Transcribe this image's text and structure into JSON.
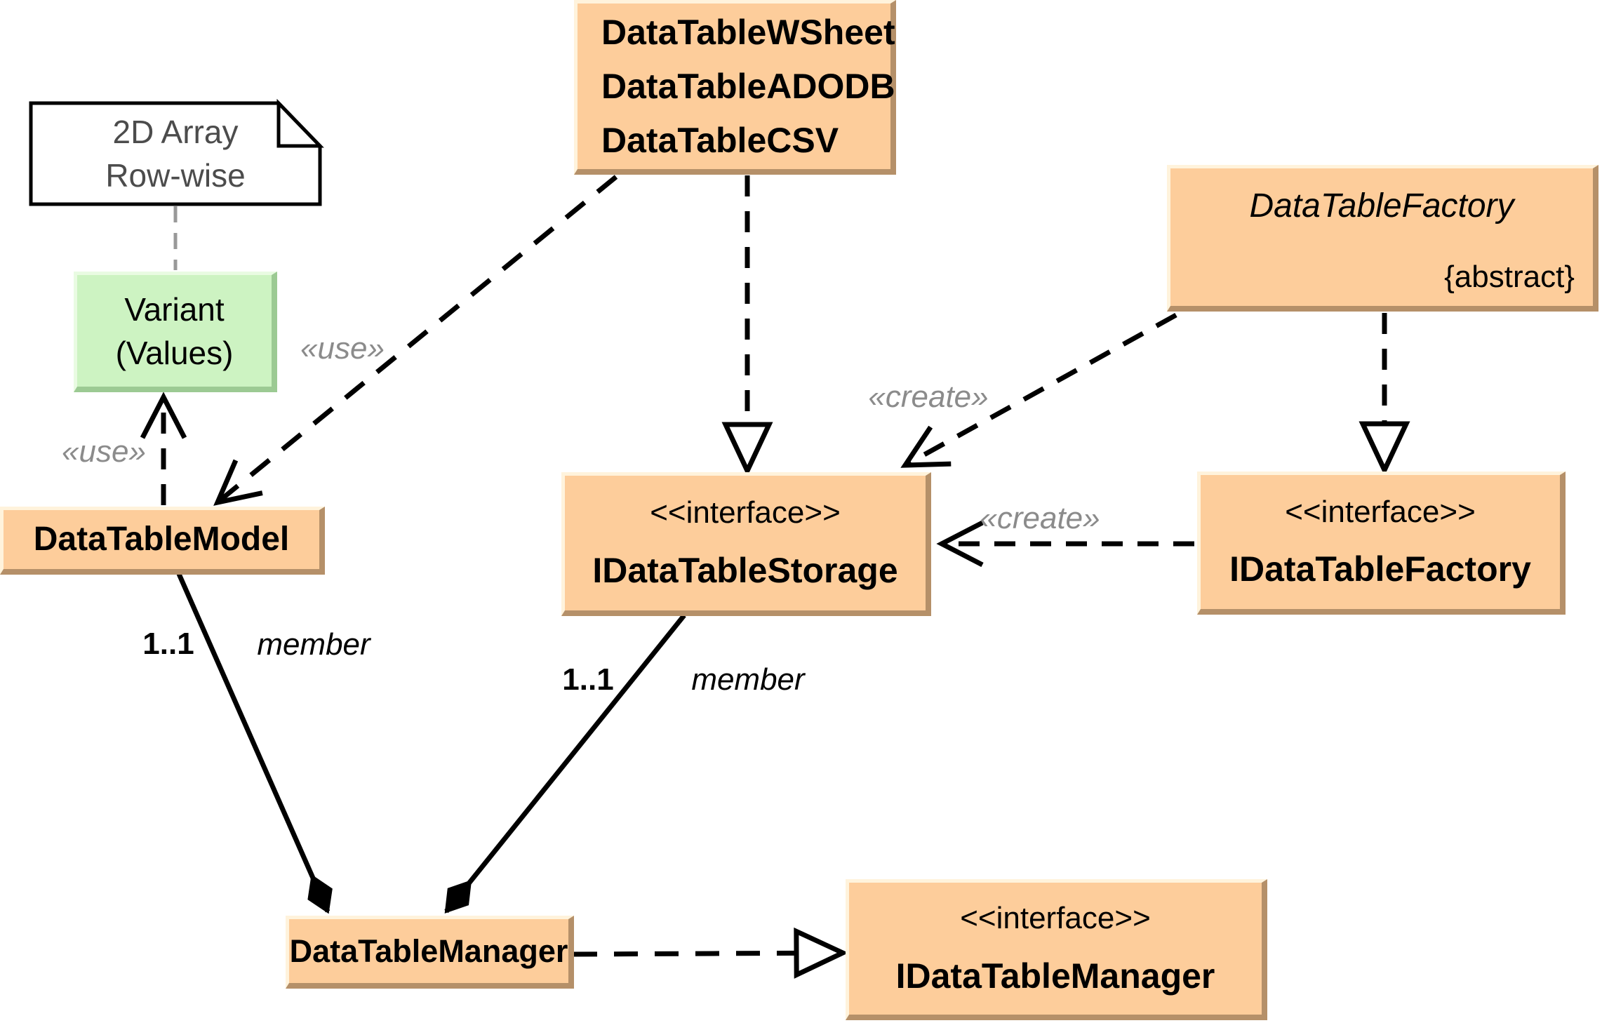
{
  "diagram": {
    "note": {
      "lines": [
        "2D Array",
        "Row-wise"
      ]
    },
    "variant": {
      "lines": [
        "Variant",
        "(Values)"
      ]
    },
    "wsheet_group": {
      "lines": [
        "DataTableWSheet",
        "DataTableADODB",
        "DataTableCSV"
      ]
    },
    "factory": {
      "name": "DataTableFactory",
      "constraint": "{abstract}"
    },
    "storage": {
      "stereotype": "<<interface>>",
      "name": "IDataTableStorage"
    },
    "ifactory": {
      "stereotype": "<<interface>>",
      "name": "IDataTableFactory"
    },
    "model": {
      "name": "DataTableModel"
    },
    "manager": {
      "name": "DataTableManager"
    },
    "imanager": {
      "stereotype": "<<interface>>",
      "name": "IDataTableManager"
    },
    "edge_labels": {
      "use_model_variant": "«use»",
      "use_wsheet_model": "«use»",
      "create_factory_storage": "«create»",
      "create_ifactory_storage": "«create»",
      "mult_model": "1..1",
      "role_model": "member",
      "mult_storage": "1..1",
      "role_storage": "member"
    },
    "colors": {
      "class_fill": "#fdcd9b",
      "class_edge_dark": "#b59069",
      "class_edge_light": "#fff3dc",
      "datatype_fill": "#cdf3c2",
      "datatype_edge_dark": "#9cca93",
      "datatype_edge_light": "#e9fbe2",
      "label_gray": "#8b8b8b",
      "note_text": "#4c4c4c",
      "note_link_gray": "#999999",
      "connector_black": "#000000"
    }
  }
}
